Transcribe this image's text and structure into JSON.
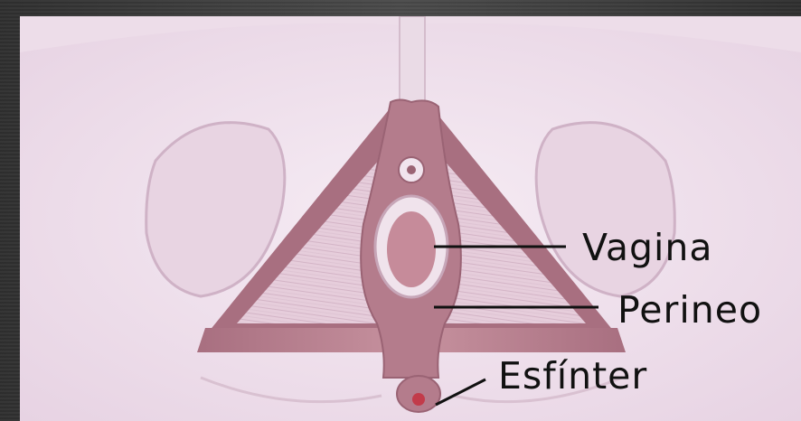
{
  "colors": {
    "background": "#f3e7f1",
    "muscle": "#b98593",
    "muscle_dark": "#9a6374",
    "tissue": "#e9d2df",
    "label_text": "#111111"
  },
  "labels": {
    "vagina": "Vagina",
    "perineo": "Perineo",
    "esfinter": "Esfínter"
  }
}
